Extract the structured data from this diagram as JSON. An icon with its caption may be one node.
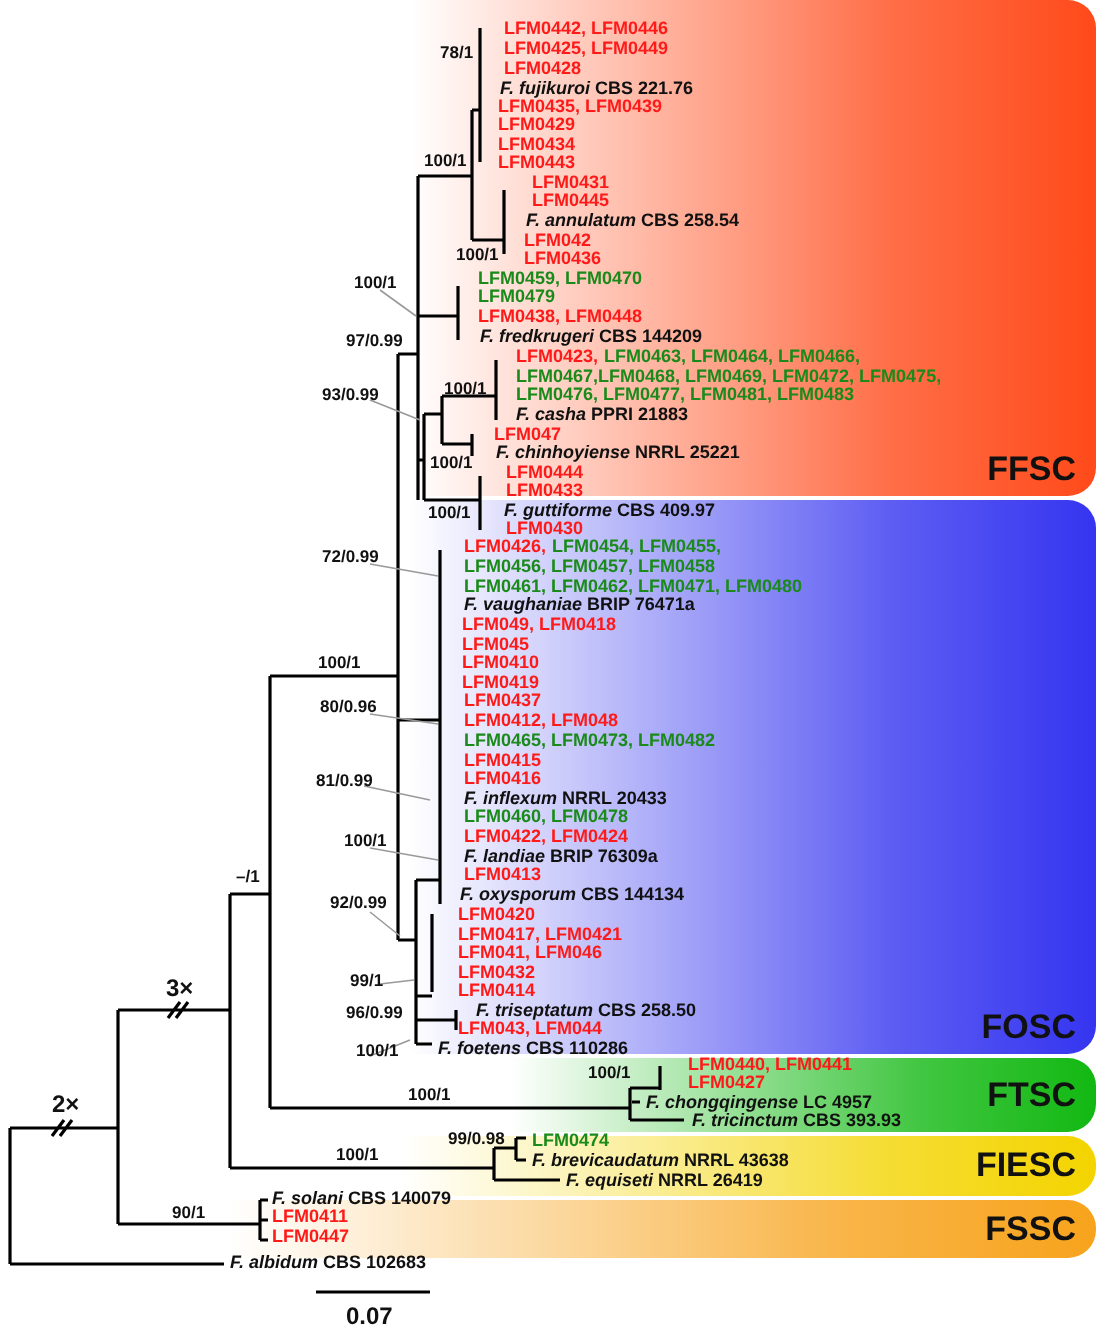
{
  "diagram": {
    "nodes": [
      {
        "text": [
          "FFSC"
        ]
      },
      {
        "text": [
          "FOSC"
        ]
      },
      {
        "text": [
          "FTSC"
        ]
      },
      {
        "text": [
          "FIESC"
        ]
      },
      {
        "text": [
          "FSSC"
        ]
      }
    ],
    "labels": [
      "LFM0442, LFM0446",
      "LFM0425, LFM0449",
      "LFM0428",
      "*F. fujikuroi* CBS 221.76",
      "LFM0435, LFM0439",
      "LFM0429",
      "LFM0434",
      "LFM0443",
      "LFM0431",
      "LFM0445",
      "*F. annulatum* CBS 258.54",
      "LFM042",
      "LFM0436",
      "LFM0459, LFM0470",
      "LFM0479",
      "LFM0438, LFM0448",
      "*F. fredkrugeri* CBS 144209",
      "LFM0423,",
      "LFM0463, LFM0464, LFM0466,",
      "LFM0467,LFM0468, LFM0469, LFM0472, LFM0475,",
      "LFM0476, LFM0477, LFM0481, LFM0483",
      "*F. casha* PPRI 21883",
      "LFM047",
      "*F. chinhoyiense* NRRL 25221",
      "LFM0444",
      "LFM0433",
      "*F. guttiforme* CBS 409.97",
      "LFM0430",
      "LFM0426,",
      "LFM0454, LFM0455,",
      "LFM0456, LFM0457, LFM0458",
      "LFM0461, LFM0462, LFM0471, LFM0480",
      "*F. vaughaniae* BRIP 76471a",
      "LFM049, LFM0418",
      "LFM045",
      "LFM0410",
      "LFM0419",
      "LFM0437",
      "LFM0412, LFM048",
      "LFM0465, LFM0473, LFM0482",
      "LFM0415",
      "LFM0416",
      "*F. inflexum* NRRL 20433",
      "LFM0460, LFM0478",
      "LFM0422, LFM0424",
      "*F. landiae* BRIP 76309a",
      "LFM0413",
      "*F. oxysporum* CBS 144134",
      "LFM0420",
      "LFM0417, LFM0421",
      "LFM041, LFM046",
      "LFM0432",
      "LFM0414",
      "*F. triseptatum* CBS 258.50",
      "LFM043, LFM044",
      "*F. foetens* CBS 110286",
      "LFM0440, LFM0441",
      "LFM0427",
      "*F. chongqingense* LC 4957",
      "*F. tricinctum* CBS 393.93",
      "LFM0474",
      "*F. brevicaudatum* NRRL 43638",
      "*F. equiseti* NRRL 26419",
      "*F. solani* CBS 140079",
      "LFM0411",
      "LFM0447",
      "*F. albidum* CBS 102683",
      "78/1",
      "100/1",
      "100/1",
      "100/1",
      "97/0.99",
      "100/1",
      "93/0.99",
      "100/1",
      "100/1",
      "72/0.99",
      "100/1",
      "80/0.96",
      "81/0.99",
      "100/1",
      "–/1",
      "92/0.99",
      "99/1",
      "3×",
      "96/0.99",
      "100/1",
      "100/1",
      "100/1",
      "2×",
      "99/0.98",
      "100/1",
      "90/1",
      "0.07"
    ]
  }
}
